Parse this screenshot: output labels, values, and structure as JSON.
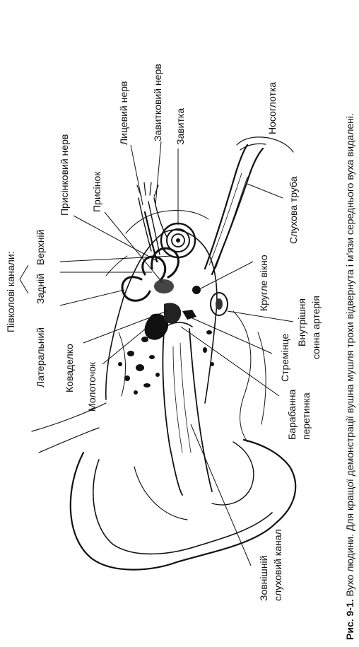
{
  "caption": {
    "prefix": "Рис. 9-1.",
    "text": " Вухо людини. Для кращої демонстрації вушна мушля трохи відвернута і м'язи середнього вуха видалені."
  },
  "labels": {
    "canals_title": "Півколові канали:",
    "lateral": "Латеральний",
    "posterior": "Задній",
    "superior": "Верхній",
    "incus": "Коваделко",
    "malleus": "Молоточок",
    "vestibular_nerve": "Присінковий нерв",
    "vestibule": "Присінок",
    "facial_nerve": "Лицевий нерв",
    "cochlear_nerve": "Завитковий нерв",
    "cochlea": "Завитка",
    "nasopharynx": "Носоглотка",
    "round_window": "Кругле вікно",
    "eustachian_tube": "Слухова труба",
    "internal_carotid_1": "Внутрішня",
    "internal_carotid_2": "сонна артерія",
    "stapes": "Стремінце",
    "tympanic_1": "Барабанна",
    "tympanic_2": "перетинка",
    "ext_canal_1": "Зовнішній",
    "ext_canal_2": "слуховий канал"
  }
}
